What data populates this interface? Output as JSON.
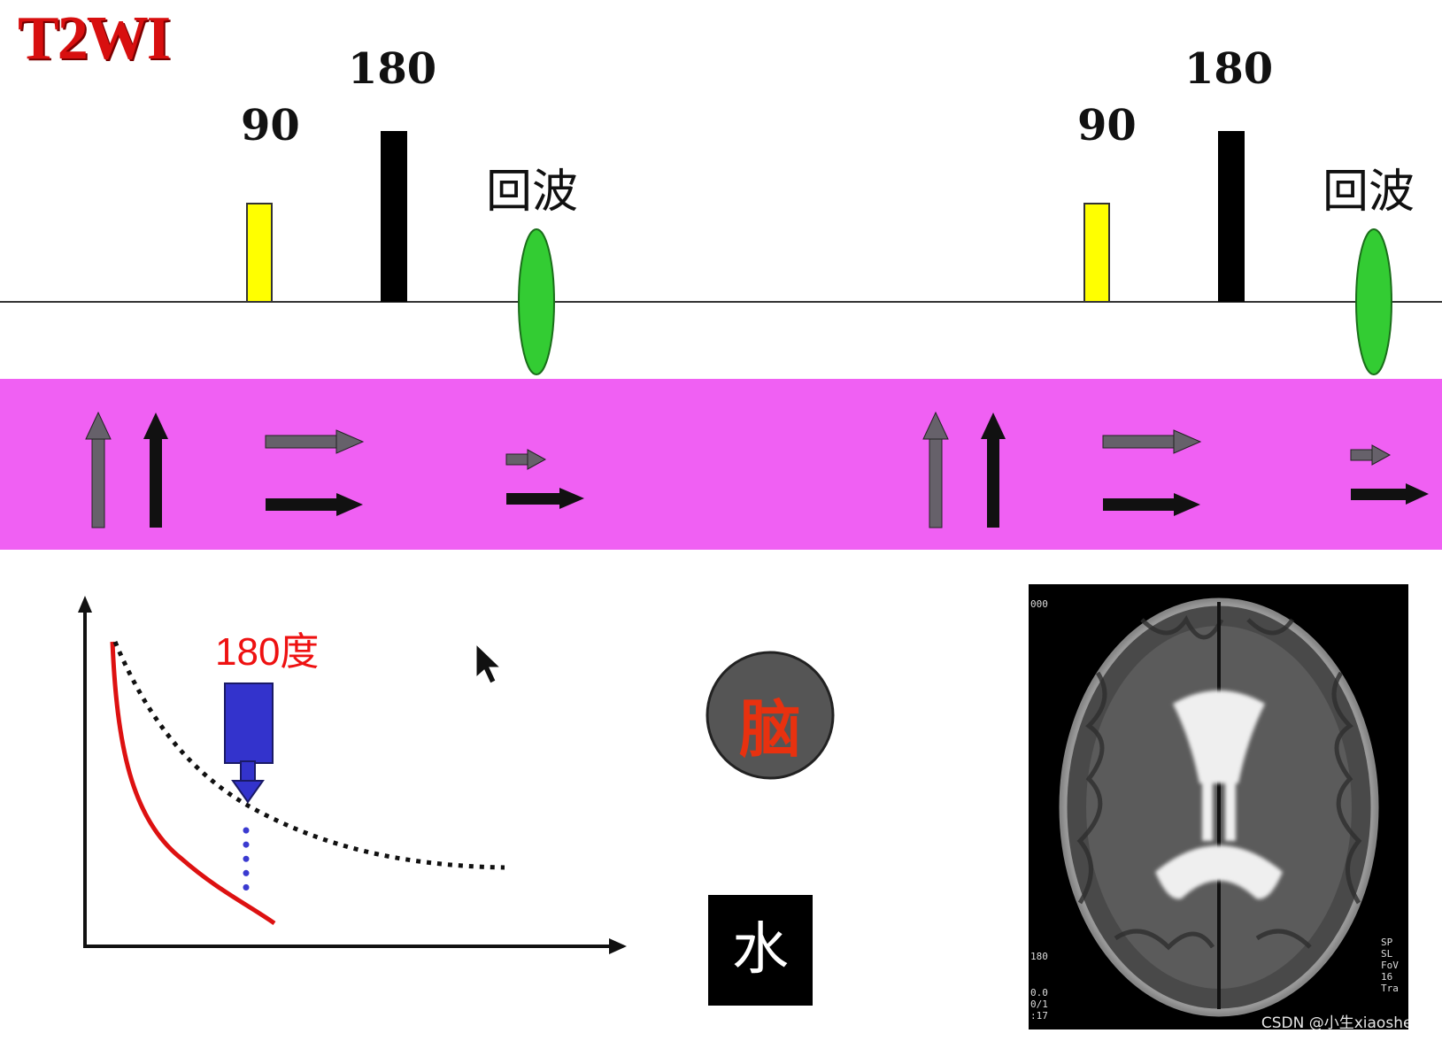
{
  "title": "T2WI",
  "sequences": [
    {
      "pulse_90_label": "90",
      "pulse_180_label": "180",
      "echo_label": "回波"
    },
    {
      "pulse_90_label": "90",
      "pulse_180_label": "180",
      "echo_label": "回波"
    }
  ],
  "curve_plot": {
    "pulse_label": "180度"
  },
  "brain_label": "脑",
  "water_label": "水",
  "mri_annotations": {
    "top_left": "000",
    "left_mid": "180",
    "left_bottom": [
      "0.0",
      "0/1",
      ":17"
    ],
    "right_bottom": [
      "SP",
      "SL",
      "FoV",
      "16",
      "Tra"
    ]
  },
  "watermark": "CSDN @小生xiaosheng",
  "colors": {
    "title": "#d80f0f",
    "band": "#f060f3",
    "pulse_90": "#ffff00",
    "pulse_180": "#000000",
    "echo": "#33cc33",
    "pulse_marker": "#3333cc",
    "fast_curve": "#dd1111",
    "brain_circle": "#555555"
  }
}
